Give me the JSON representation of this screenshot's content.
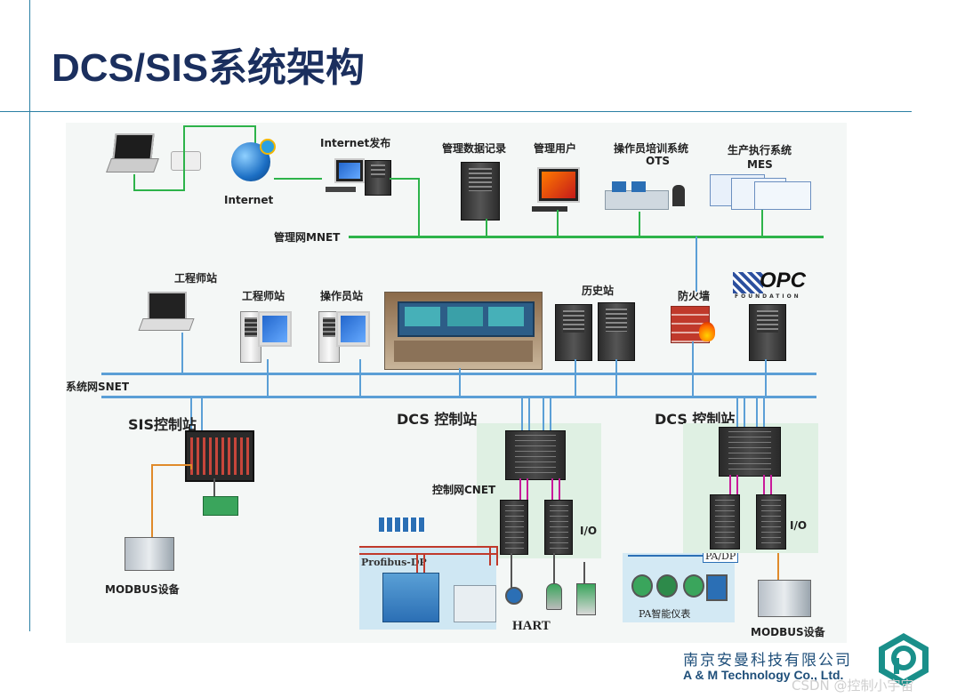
{
  "title": "DCS/SIS系统架构",
  "colors": {
    "title": "#1b2f5e",
    "accent": "#2a7fa4",
    "mnet": "#2db34a",
    "snet": "#5b9fd6",
    "cnet": "#c81a9a"
  },
  "diagram": {
    "internet": "Internet",
    "internet_publish": "Internet发布",
    "mgmt_data_record": "管理数据记录",
    "mgmt_user": "管理用户",
    "ots_line1": "操作员培训系统",
    "ots_line2": "OTS",
    "mes_line1": "生产执行系统",
    "mes_line2": "MES",
    "mnet": "管理网MNET",
    "eng_station_laptop": "工程师站",
    "eng_station": "工程师站",
    "operator_station": "操作员站",
    "history_station": "历史站",
    "firewall": "防火墙",
    "opc_logo": "OPC",
    "opc_sub": "FOUNDATION",
    "snet": "系统网SNET",
    "sis_station": "SIS控制站",
    "dcs_station_1": "DCS 控制站",
    "dcs_station_2": "DCS 控制站",
    "cnet": "控制网CNET",
    "io_1": "I/O",
    "io_2": "I/O",
    "profibus": "Profibus-DP",
    "hart": "HART",
    "pa_dp": "PA/DP",
    "pa_instruments": "PA智能仪表",
    "modbus_1": "MODBUS设备",
    "modbus_2": "MODBUS设备"
  },
  "footer": {
    "company_cn": "南京安曼科技有限公司",
    "company_en": "A & M Technology Co., Ltd.",
    "watermark": "CSDN @控制小宇宙"
  },
  "icons": [
    "laptop-icon",
    "router-icon",
    "globe-icon",
    "desktop-pc-icon",
    "server-icon",
    "firewall-icon",
    "opc-logo",
    "controller-cabinet-icon",
    "io-module-icon",
    "modbus-device-icon",
    "pressure-transmitter-icon",
    "flowmeter-icon",
    "company-logo"
  ]
}
